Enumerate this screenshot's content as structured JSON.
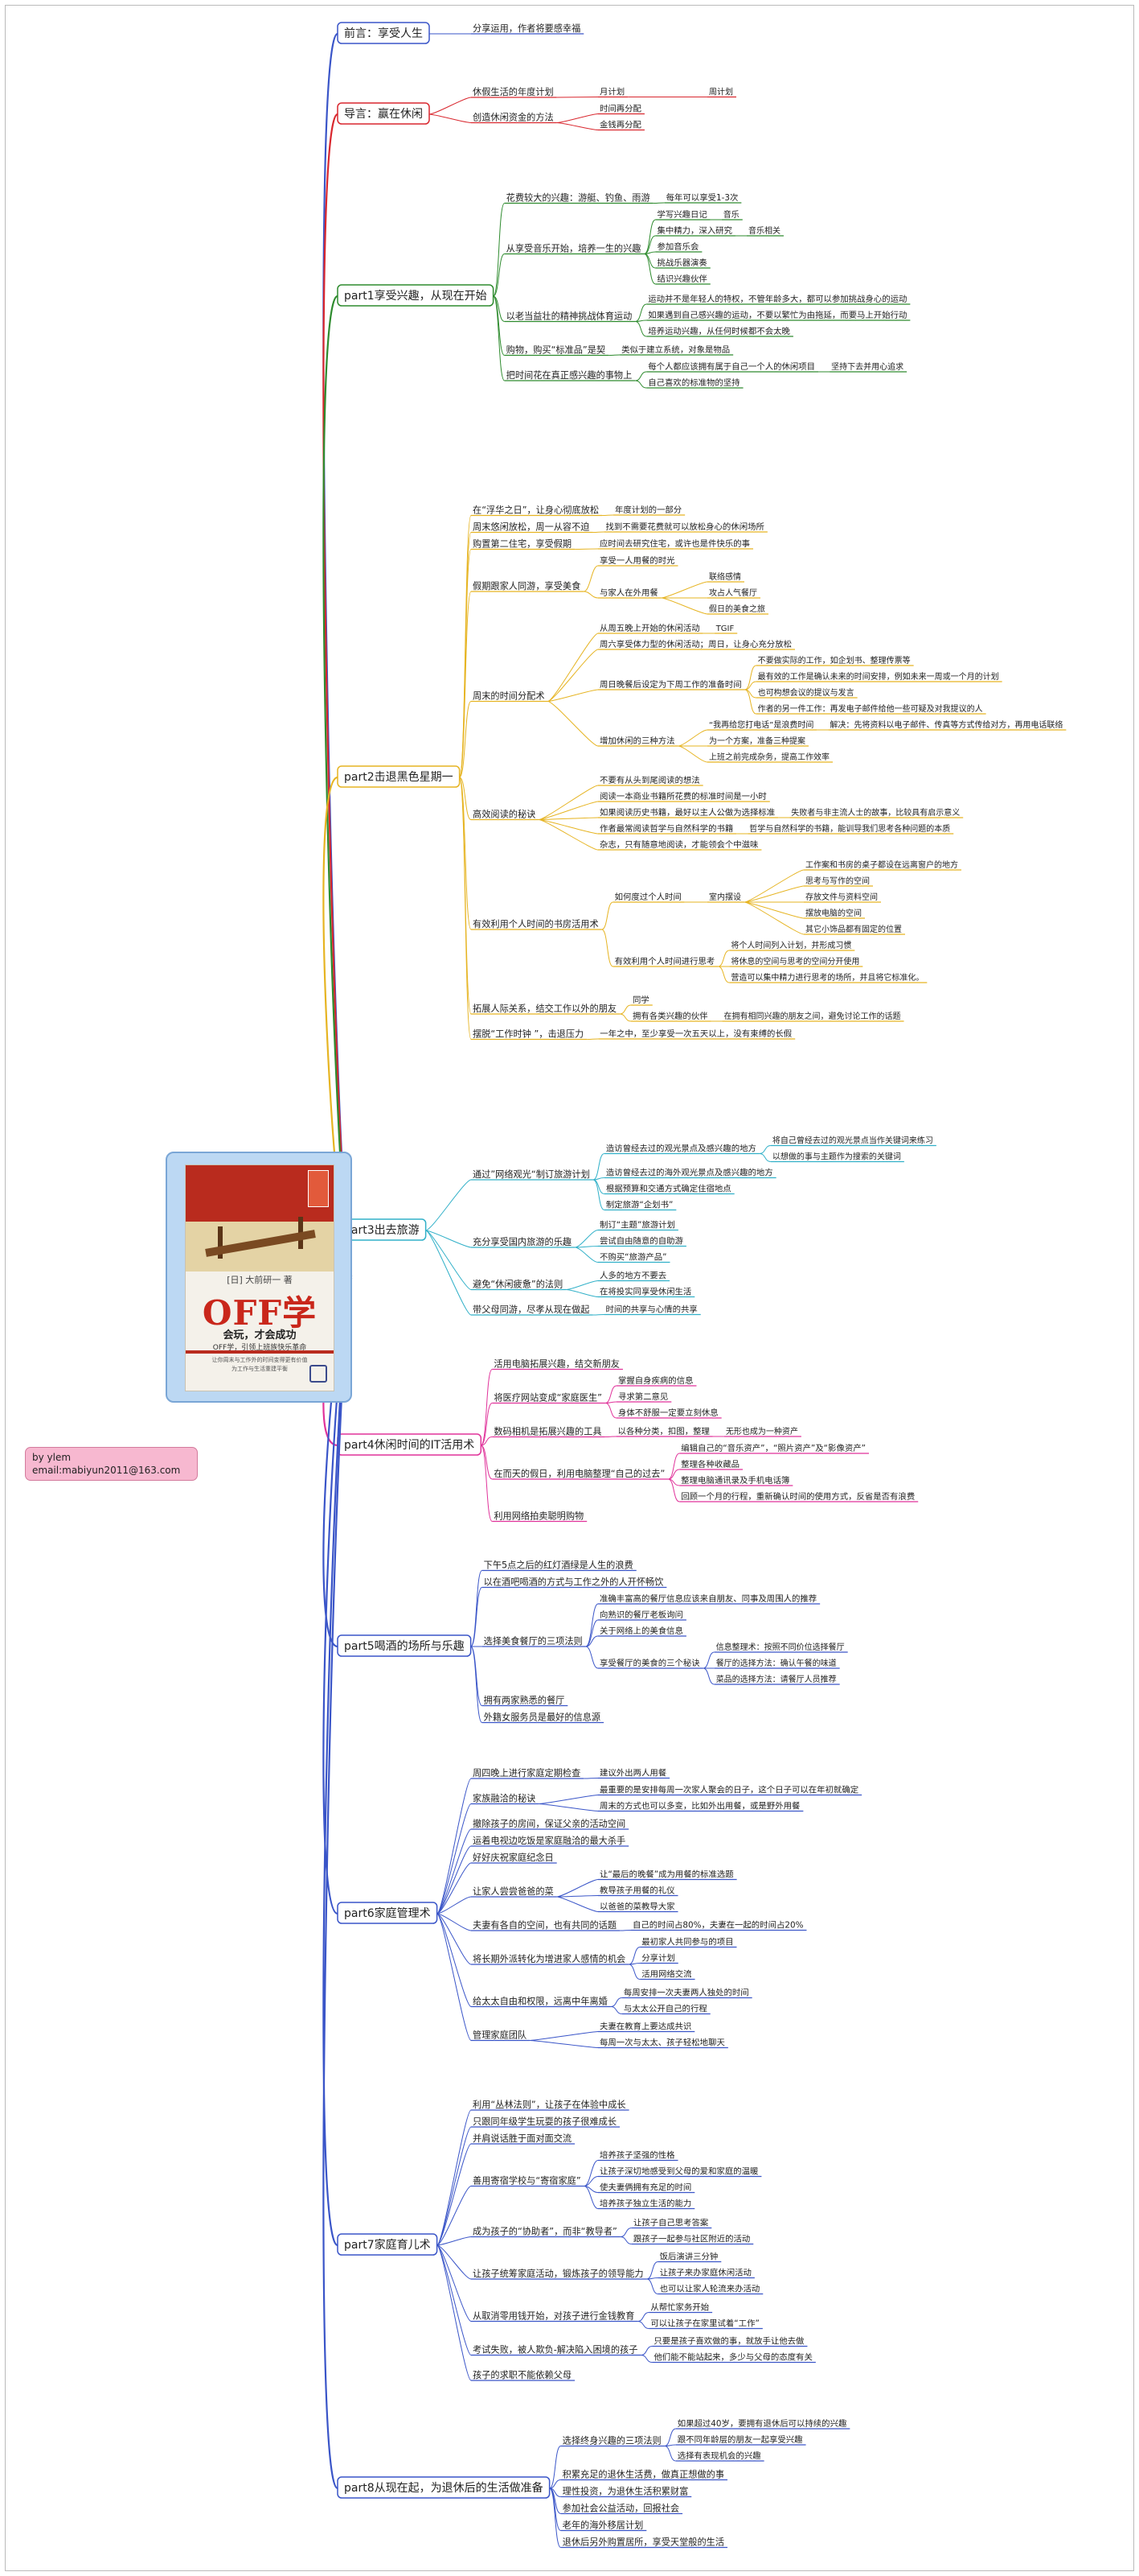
{
  "book_cover": {
    "author": "[日] 大前研一 著",
    "title": "OFF学",
    "subtitle": "会玩，才会成功",
    "tagline": "OFF学，引领上班族快乐革命",
    "detail_1": "让你周末与工作外的时间变得更有价值",
    "detail_2": "为工作与生活重建平衡"
  },
  "credit": {
    "line1": "by ylem",
    "line2": "email:mabiyun2011@163.com"
  },
  "mindmap": {
    "branches": [
      {
        "label": "前言：享受人生",
        "color": "#3a55c8",
        "children": [
          {
            "label": "分享运用，作者将要感幸福"
          }
        ]
      },
      {
        "label": "导言：赢在休闲",
        "color": "#d9272e",
        "children": [
          {
            "label": "休假生活的年度计划",
            "children": [
              {
                "label": "月计划",
                "children": [
                  {
                    "label": "周计划"
                  }
                ]
              }
            ]
          },
          {
            "label": "创造休闲资金的方法",
            "children": [
              {
                "label": "时间再分配"
              },
              {
                "label": "金钱再分配"
              }
            ]
          }
        ]
      },
      {
        "label": "part1享受兴趣，从现在开始",
        "color": "#2e8b2e",
        "children": [
          {
            "label": "花费较大的兴趣：游艇、钓鱼、雨游",
            "children": [
              {
                "label": "每年可以享受1-3次"
              }
            ]
          },
          {
            "label": "从享受音乐开始，培养一生的兴趣",
            "children": [
              {
                "label": "学写兴趣日记",
                "children": [
                  {
                    "label": "音乐"
                  }
                ]
              },
              {
                "label": "集中精力，深入研究",
                "children": [
                  {
                    "label": "音乐相关"
                  }
                ]
              },
              {
                "label": "参加音乐会"
              },
              {
                "label": "挑战乐器演奏"
              },
              {
                "label": "结识兴趣伙伴"
              }
            ]
          },
          {
            "label": "以老当益壮的精神挑战体育运动",
            "children": [
              {
                "label": "运动并不是年轻人的特权，不管年龄多大，都可以参加挑战身心的运动"
              },
              {
                "label": "如果遇到自己感兴趣的运动，不要以繁忙为由拖延，而要马上开始行动"
              },
              {
                "label": "培养运动兴趣，从任何时候都不会太晚"
              }
            ]
          },
          {
            "label": "购物，购买“标准品”是契",
            "children": [
              {
                "label": "类似于建立系统，对象是物品"
              }
            ]
          },
          {
            "label": "把时间花在真正感兴趣的事物上",
            "children": [
              {
                "label": "每个人都应该拥有属于自己一个人的休闲项目",
                "children": [
                  {
                    "label": "坚持下去并用心追求"
                  }
                ]
              },
              {
                "label": "自己喜欢的标准物的坚持"
              }
            ]
          }
        ]
      },
      {
        "label": "part2击退黑色星期一",
        "color": "#e6b422",
        "children": [
          {
            "label": "在“浮华之日”，让身心彻底放松",
            "children": [
              {
                "label": "年度计划的一部分"
              }
            ]
          },
          {
            "label": "周末悠闲放松，周一从容不迫",
            "children": [
              {
                "label": "找到不需要花费就可以放松身心的休闲场所"
              }
            ]
          },
          {
            "label": "购置第二住宅，享受假期",
            "children": [
              {
                "label": "应时间去研究住宅，或许也是件快乐的事"
              }
            ]
          },
          {
            "label": "假期跟家人同游，享受美食",
            "children": [
              {
                "label": "享受一人用餐的时光"
              },
              {
                "label": "与家人在外用餐",
                "children": [
                  {
                    "label": "联络感情"
                  },
                  {
                    "label": "攻占人气餐厅"
                  },
                  {
                    "label": "假日的美食之旅"
                  }
                ]
              }
            ]
          },
          {
            "label": "周末的时间分配术",
            "children": [
              {
                "label": "从周五晚上开始的休闲活动",
                "children": [
                  {
                    "label": "TGIF"
                  }
                ]
              },
              {
                "label": "周六享受体力型的休闲活动；周日，让身心充分放松"
              },
              {
                "label": "周日晚餐后设定为下周工作的准备时间",
                "children": [
                  {
                    "label": "不要做实际的工作，如企划书、整理传票等"
                  },
                  {
                    "label": "最有效的工作是确认未来的时间安排，例如未来一周或一个月的计划"
                  },
                  {
                    "label": "也可构想会议的提议与发言"
                  },
                  {
                    "label": "作者的另一件工作：再发电子邮件给他一些可疑及对我提议的人"
                  }
                ]
              },
              {
                "label": "增加休闲的三种方法",
                "children": [
                  {
                    "label": "“我再给您打电话”是浪费时间",
                    "children": [
                      {
                        "label": "解决：先将资料以电子邮件、传真等方式传给对方，再用电话联络"
                      }
                    ]
                  },
                  {
                    "label": "为一个方案，准备三种提案"
                  },
                  {
                    "label": "上班之前完成杂务，提高工作效率"
                  }
                ]
              }
            ]
          },
          {
            "label": "高效阅读的秘诀",
            "children": [
              {
                "label": "不要有从头到尾阅读的想法"
              },
              {
                "label": "阅读一本商业书籍所花费的标准时间是一小时"
              },
              {
                "label": "如果阅读历史书籍，最好以主人公做为选择标准",
                "children": [
                  {
                    "label": "失败者与非主流人士的故事，比较具有启示意义"
                  }
                ]
              },
              {
                "label": "作者最常阅读哲学与自然科学的书籍",
                "children": [
                  {
                    "label": "哲学与自然科学的书籍，能训导我们思考各种问题的本质"
                  }
                ]
              },
              {
                "label": "杂志，只有随意地阅读，才能领会个中滋味"
              }
            ]
          },
          {
            "label": "有效利用个人时间的书房活用术",
            "children": [
              {
                "label": "如何度过个人时间",
                "children": [
                  {
                    "label": "室内摆设",
                    "children": [
                      {
                        "label": "工作案和书房的桌子都设在远离窗户的地方"
                      },
                      {
                        "label": "思考与写作的空间"
                      },
                      {
                        "label": "存放文件与资料空间"
                      },
                      {
                        "label": "摆放电脑的空间"
                      },
                      {
                        "label": "其它小饰品都有固定的位置"
                      }
                    ]
                  }
                ]
              },
              {
                "label": "有效利用个人时间进行思考",
                "children": [
                  {
                    "label": "将个人时间列入计划，并形成习惯"
                  },
                  {
                    "label": "将休息的空间与思考的空间分开使用"
                  },
                  {
                    "label": "营造可以集中精力进行思考的场所，并且将它标准化。"
                  }
                ]
              }
            ]
          },
          {
            "label": "拓展人际关系，结交工作以外的朋友",
            "children": [
              {
                "label": "同学"
              },
              {
                "label": "拥有各类兴趣的伙伴",
                "children": [
                  {
                    "label": "在拥有相同兴趣的朋友之间，避免讨论工作的话题"
                  }
                ]
              }
            ]
          },
          {
            "label": "摆脱“工作时钟 ”，击退压力",
            "children": [
              {
                "label": "一年之中，至少享受一次五天以上，没有束缚的长假"
              }
            ]
          }
        ]
      },
      {
        "label": "part3出去旅游",
        "color": "#30b0c8",
        "children": [
          {
            "label": "通过”网络观光“制订旅游计划",
            "children": [
              {
                "label": "造访曾经去过的观光景点及感兴趣的地方",
                "children": [
                  {
                    "label": "将自己曾经去过的观光景点当作关键词来练习"
                  },
                  {
                    "label": "以想做的事与主题作为搜索的关键词"
                  }
                ]
              },
              {
                "label": "造访曾经去过的海外观光景点及感兴趣的地方"
              },
              {
                "label": "根据预算和交通方式确定住宿地点"
              },
              {
                "label": "制定旅游“企划书”"
              }
            ]
          },
          {
            "label": "充分享受国内旅游的乐趣",
            "children": [
              {
                "label": "制订“主题”旅游计划"
              },
              {
                "label": "尝试自由随意的自助游"
              },
              {
                "label": "不购买“旅游产品”"
              }
            ]
          },
          {
            "label": "避免“休闲疲惫”的法则",
            "children": [
              {
                "label": "人多的地方不要去"
              },
              {
                "label": "在将投实同享受休闲生活"
              }
            ]
          },
          {
            "label": "带父母同游，尽孝从现在做起",
            "children": [
              {
                "label": "时间的共享与心情的共享"
              }
            ]
          }
        ]
      },
      {
        "label": "part4休闲时间的IT活用术",
        "color": "#e0329a",
        "children": [
          {
            "label": "活用电脑拓展兴趣，结交新朋友"
          },
          {
            "label": "将医疗网站变成“家庭医生”",
            "children": [
              {
                "label": "掌握自身疾病的信息"
              },
              {
                "label": "寻求第二意见"
              },
              {
                "label": "身体不舒服一定要立刻休息"
              }
            ]
          },
          {
            "label": "数码相机是拓展兴趣的工具",
            "children": [
              {
                "label": "以各种分类，扣图，整理",
                "children": [
                  {
                    "label": "无形也成为一种资产"
                  }
                ]
              }
            ]
          },
          {
            "label": "在而天的假日，利用电脑整理“自己的过去”",
            "children": [
              {
                "label": "编辑自己的“音乐资产”，“照片资产”及“影像资产”"
              },
              {
                "label": "整理各种收藏品"
              },
              {
                "label": "整理电脑通讯录及手机电话簿"
              },
              {
                "label": "回顾一个月的行程，重新确认时间的使用方式，反省是否有浪费"
              }
            ]
          },
          {
            "label": "利用网络拍卖聪明购物"
          }
        ]
      },
      {
        "label": "part5喝酒的场所与乐趣",
        "color": "#3a55c8",
        "children": [
          {
            "label": "下午5点之后的红灯酒绿是人生的浪费"
          },
          {
            "label": "以在酒吧喝酒的方式与工作之外的人开怀畅饮"
          },
          {
            "label": "选择美食餐厅的三项法则",
            "children": [
              {
                "label": "准确丰富高的餐厅信息应该来自朋友、同事及周围人的推荐"
              },
              {
                "label": "向熟识的餐厅老板询问"
              },
              {
                "label": "关于网络上的美食信息"
              },
              {
                "label": "享受餐厅的美食的三个秘诀",
                "children": [
                  {
                    "label": "信息整理术：按照不同价位选择餐厅"
                  },
                  {
                    "label": "餐厅的选择方法：确认午餐的味道"
                  },
                  {
                    "label": "菜品的选择方法：请餐厅人员推荐"
                  }
                ]
              }
            ]
          },
          {
            "label": "拥有两家熟悉的餐厅"
          },
          {
            "label": "外籍女服务员是最好的信息源"
          }
        ]
      },
      {
        "label": "part6家庭管理术",
        "color": "#3a55c8",
        "children": [
          {
            "label": "周四晚上进行家庭定期检查",
            "children": [
              {
                "label": "建议外出两人用餐"
              }
            ]
          },
          {
            "label": "家族融洽的秘诀",
            "children": [
              {
                "label": "最重要的是安排每周一次家人聚会的日子，这个日子可以在年初就确定"
              },
              {
                "label": "周末的方式也可以多变，比如外出用餐，或是野外用餐"
              }
            ]
          },
          {
            "label": "撤除孩子的房间，保证父亲的活动空间"
          },
          {
            "label": "运着电视边吃饭是家庭融洽的最大杀手"
          },
          {
            "label": "好好庆祝家庭纪念日"
          },
          {
            "label": "让家人尝尝爸爸的菜",
            "children": [
              {
                "label": "让“最后的晚餐”成为用餐的标准选题"
              },
              {
                "label": "教导孩子用餐的礼仪"
              },
              {
                "label": "以爸爸的菜教导大家"
              }
            ]
          },
          {
            "label": "夫妻有各自的空间，也有共同的话题",
            "children": [
              {
                "label": "自己的时间占80%，夫妻在一起的时间占20%"
              }
            ]
          },
          {
            "label": "将长期外派转化为增进家人感情的机会",
            "children": [
              {
                "label": "最初家人共同参与的项目"
              },
              {
                "label": "分享计划"
              },
              {
                "label": "活用网络交流"
              }
            ]
          },
          {
            "label": "给太太自由和权限，远离中年离婚",
            "children": [
              {
                "label": "每周安排一次夫妻两人独处的时间"
              },
              {
                "label": "与太太公开自己的行程"
              }
            ]
          },
          {
            "label": "管理家庭团队",
            "children": [
              {
                "label": "夫妻在教育上要达成共识"
              },
              {
                "label": "每周一次与太太、孩子轻松地聊天"
              }
            ]
          }
        ]
      },
      {
        "label": "part7家庭育儿术",
        "color": "#3a55c8",
        "children": [
          {
            "label": "利用“丛林法则”，让孩子在体验中成长"
          },
          {
            "label": "只跟同年级学生玩耍的孩子很难成长"
          },
          {
            "label": "并肩说话胜于面对面交流"
          },
          {
            "label": "善用寄宿学校与“寄宿家庭”",
            "children": [
              {
                "label": "培养孩子坚强的性格"
              },
              {
                "label": "让孩子深切地感受到父母的爱和家庭的温暖"
              },
              {
                "label": "使夫妻俩拥有充足的时间"
              },
              {
                "label": "培养孩子独立生活的能力"
              }
            ]
          },
          {
            "label": "成为孩子的“协助者”，而非“教导者”",
            "children": [
              {
                "label": "让孩子自己思考答案"
              },
              {
                "label": "跟孩子一起参与社区附近的活动"
              }
            ]
          },
          {
            "label": "让孩子统筹家庭活动，锻炼孩子的领导能力",
            "children": [
              {
                "label": "饭后演讲三分钟"
              },
              {
                "label": "让孩子来办家庭休闲活动"
              },
              {
                "label": "也可以让家人轮流来办活动"
              }
            ]
          },
          {
            "label": "从取消零用钱开始，对孩子进行金钱教育",
            "children": [
              {
                "label": "从帮忙家务开始"
              },
              {
                "label": "可以让孩子在家里试着“工作”"
              }
            ]
          },
          {
            "label": "考试失败，被人欺负-解决陷入困境的孩子",
            "children": [
              {
                "label": "只要是孩子喜欢做的事，就放手让他去做"
              },
              {
                "label": "他们能不能站起来，多少与父母的态度有关"
              }
            ]
          },
          {
            "label": "孩子的求职不能依赖父母"
          }
        ]
      },
      {
        "label": "part8从现在起，为退休后的生活做准备",
        "color": "#3a55c8",
        "children": [
          {
            "label": "选择终身兴趣的三项法则",
            "children": [
              {
                "label": "如果超过40岁，要拥有退休后可以持续的兴趣"
              },
              {
                "label": "跟不同年龄层的朋友一起享受兴趣"
              },
              {
                "label": "选择有表现机会的兴趣"
              }
            ]
          },
          {
            "label": "积累充足的退休生活费，做真正想做的事"
          },
          {
            "label": "理性投资，为退休生活积累财富"
          },
          {
            "label": "参加社会公益活动，回报社会"
          },
          {
            "label": "老年的海外移居计划"
          },
          {
            "label": "退休后另外购置居所，享受天堂般的生活"
          }
        ]
      }
    ]
  }
}
